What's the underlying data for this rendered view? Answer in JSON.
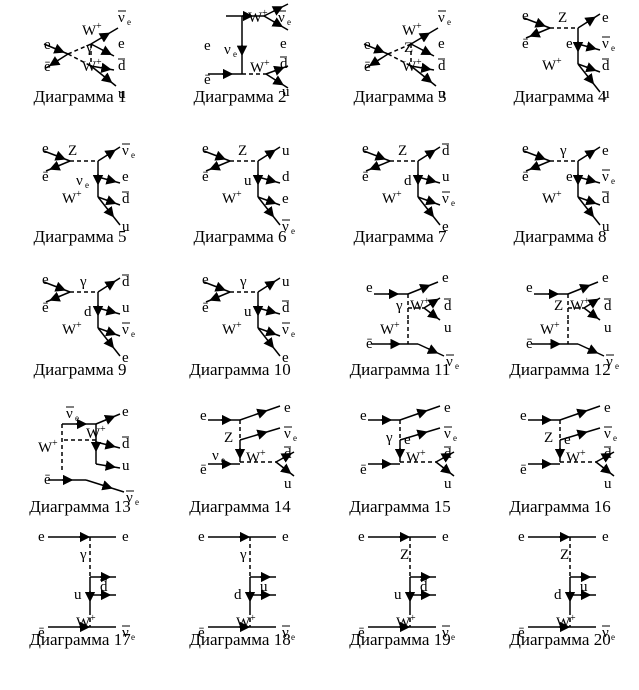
{
  "figure": {
    "diagrams": [
      {
        "caption": "Диаграмма 1",
        "labels": [
          "e",
          "ē",
          "W+",
          "γ",
          "W+",
          "ν̄e",
          "e",
          "d̄",
          "u"
        ]
      },
      {
        "caption": "Диаграмма 2",
        "labels": [
          "e",
          "ē",
          "W+",
          "νe",
          "W+",
          "ν̄e",
          "e",
          "d̄",
          "u"
        ]
      },
      {
        "caption": "Диаграмма 3",
        "labels": [
          "e",
          "ē",
          "W+",
          "Z",
          "W+",
          "ν̄e",
          "e",
          "d̄",
          "u"
        ]
      },
      {
        "caption": "Диаграмма 4",
        "labels": [
          "e",
          "ē",
          "Z",
          "e",
          "W+",
          "e",
          "ν̄e",
          "d̄",
          "u"
        ]
      },
      {
        "caption": "Диаграмма 5",
        "labels": [
          "e",
          "ē",
          "Z",
          "νe",
          "W+",
          "ν̄e",
          "e",
          "d̄",
          "u"
        ]
      },
      {
        "caption": "Диаграмма 6",
        "labels": [
          "e",
          "ē",
          "Z",
          "u",
          "W+",
          "u",
          "d",
          "e",
          "ν̄e"
        ]
      },
      {
        "caption": "Диаграмма 7",
        "labels": [
          "e",
          "ē",
          "Z",
          "d",
          "W+",
          "d̄",
          "u",
          "ν̄e",
          "e"
        ]
      },
      {
        "caption": "Диаграмма 8",
        "labels": [
          "e",
          "ē",
          "γ",
          "e",
          "W+",
          "e",
          "ν̄e",
          "d̄",
          "u"
        ]
      },
      {
        "caption": "Диаграмма 9",
        "labels": [
          "e",
          "ē",
          "γ",
          "d",
          "W+",
          "d̄",
          "u",
          "ν̄e",
          "e"
        ]
      },
      {
        "caption": "Диаграмма 10",
        "labels": [
          "e",
          "ē",
          "γ",
          "u",
          "W+",
          "u",
          "d̄",
          "ν̄e",
          "e"
        ]
      },
      {
        "caption": "Диаграмма 11",
        "labels": [
          "e",
          "ē",
          "γ",
          "W+",
          "W+",
          "e",
          "d̄",
          "u",
          "ν̄e"
        ]
      },
      {
        "caption": "Диаграмма 12",
        "labels": [
          "e",
          "ē",
          "Z",
          "W+",
          "W+",
          "e",
          "d̄",
          "u",
          "ν̄e"
        ]
      },
      {
        "caption": "Диаграмма 13",
        "labels": [
          "ν̄e",
          "W+",
          "W+",
          "ē",
          "e",
          "d̄",
          "u",
          "ν̄e"
        ]
      },
      {
        "caption": "Диаграмма 14",
        "labels": [
          "e",
          "Z",
          "νe",
          "W+",
          "ē",
          "e",
          "ν̄e",
          "d̄",
          "u"
        ]
      },
      {
        "caption": "Диаграмма 15",
        "labels": [
          "e",
          "γ",
          "e",
          "W+",
          "ē",
          "e",
          "ν̄e",
          "d̄",
          "u"
        ]
      },
      {
        "caption": "Диаграмма 16",
        "labels": [
          "e",
          "Z",
          "e",
          "W+",
          "ē",
          "e",
          "ν̄e",
          "d̄",
          "u"
        ]
      },
      {
        "caption": "Диаграмма 17",
        "labels": [
          "e",
          "e",
          "γ",
          "u",
          "d̄",
          "W+",
          "ē",
          "ν̄e"
        ]
      },
      {
        "caption": "Диаграмма 18",
        "labels": [
          "e",
          "e",
          "γ",
          "d",
          "u",
          "W+",
          "ē",
          "ν̄e"
        ]
      },
      {
        "caption": "Диаграмма 19",
        "labels": [
          "e",
          "e",
          "Z",
          "u",
          "d̄",
          "W+",
          "ē",
          "ν̄e"
        ]
      },
      {
        "caption": "Диаграмма 20",
        "labels": [
          "e",
          "e",
          "Z",
          "d",
          "u",
          "W+",
          "ē",
          "ν̄e"
        ]
      }
    ]
  }
}
